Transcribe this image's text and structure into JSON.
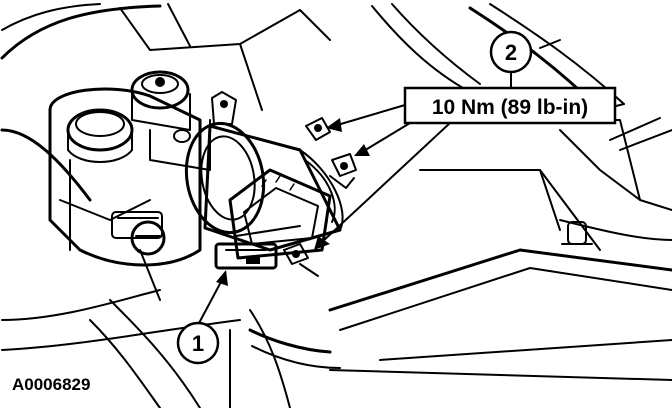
{
  "figure": {
    "reference_code": "A0006829",
    "callouts": [
      {
        "number": "1"
      },
      {
        "number": "2"
      }
    ],
    "torque_label": "10 Nm (89 lb-in)"
  }
}
